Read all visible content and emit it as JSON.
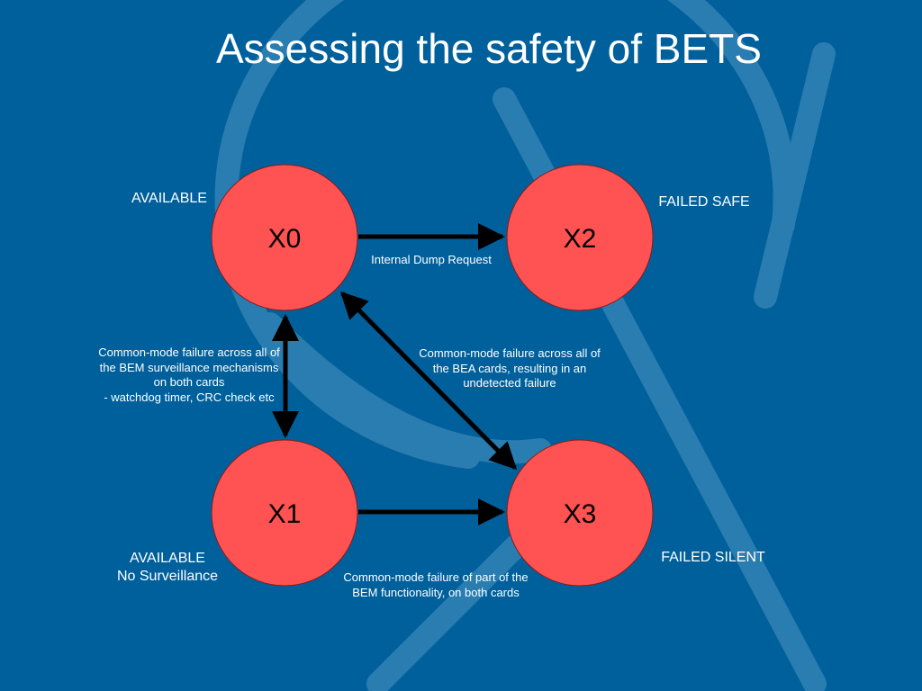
{
  "slide": {
    "title": "Assessing the safety of BETS"
  },
  "colors": {
    "background": "#00609c",
    "watermark": "#2a7db0",
    "node_fill": "#ff5252",
    "arrow": "#000000",
    "text": "#ffffff"
  },
  "states": {
    "x0": {
      "name": "X0",
      "status": "AVAILABLE"
    },
    "x1": {
      "name": "X1",
      "status_lines": [
        "AVAILABLE",
        "No Surveillance"
      ]
    },
    "x2": {
      "name": "X2",
      "status": "FAILED SAFE"
    },
    "x3": {
      "name": "X3",
      "status": "FAILED SILENT"
    }
  },
  "transitions": {
    "x0_x2": {
      "label": "Internal Dump Request"
    },
    "x0_x1": {
      "label_lines": [
        "Common-mode failure across all of",
        "the  BEM surveillance mechanisms",
        "on both cards",
        "- watchdog timer, CRC check etc"
      ]
    },
    "x0_x3": {
      "label_lines": [
        "Common-mode failure across all of",
        "the BEA cards, resulting in an",
        "undetected failure"
      ]
    },
    "x1_x3": {
      "label_lines": [
        "Common-mode failure of part of the",
        "BEM functionality, on both cards"
      ]
    }
  }
}
